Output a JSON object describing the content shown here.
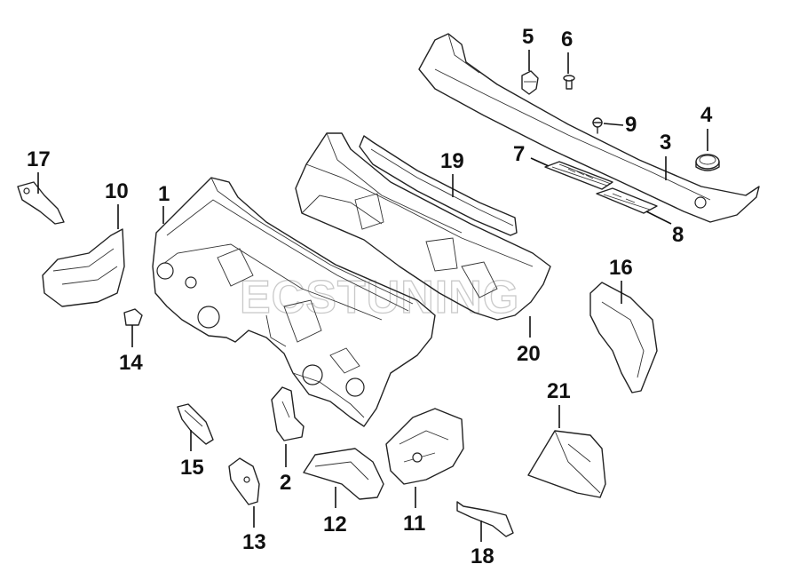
{
  "watermark": "ECSTUNING",
  "callouts": [
    {
      "id": "1",
      "label": "1"
    },
    {
      "id": "2",
      "label": "2"
    },
    {
      "id": "3",
      "label": "3"
    },
    {
      "id": "4",
      "label": "4"
    },
    {
      "id": "5",
      "label": "5"
    },
    {
      "id": "6",
      "label": "6"
    },
    {
      "id": "7",
      "label": "7"
    },
    {
      "id": "8",
      "label": "8"
    },
    {
      "id": "9",
      "label": "9"
    },
    {
      "id": "10",
      "label": "10"
    },
    {
      "id": "11",
      "label": "11"
    },
    {
      "id": "12",
      "label": "12"
    },
    {
      "id": "13",
      "label": "13"
    },
    {
      "id": "14",
      "label": "14"
    },
    {
      "id": "15",
      "label": "15"
    },
    {
      "id": "16",
      "label": "16"
    },
    {
      "id": "17",
      "label": "17"
    },
    {
      "id": "18",
      "label": "18"
    },
    {
      "id": "19",
      "label": "19"
    },
    {
      "id": "20",
      "label": "20"
    },
    {
      "id": "21",
      "label": "21"
    }
  ]
}
